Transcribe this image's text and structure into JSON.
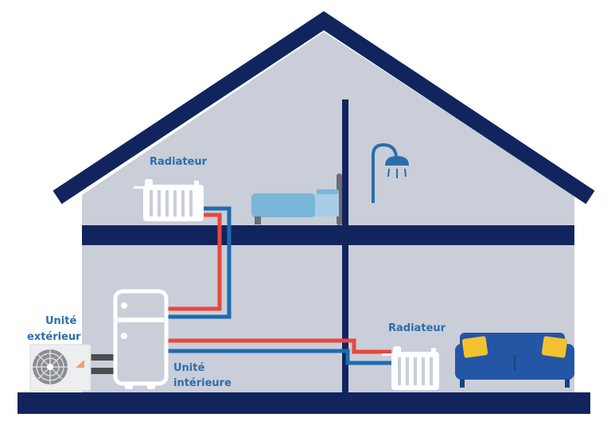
{
  "labels": {
    "radiator_upstairs": "Radiateur",
    "radiator_downstairs": "Radiateur",
    "outdoor_unit_line1": "Unité",
    "outdoor_unit_line2": "extérieur",
    "indoor_unit_line1": "Unité",
    "indoor_unit_line2": "intérieure"
  },
  "colors": {
    "structure": "#12245e",
    "wall": "#c9ced8",
    "hot_pipe": "#e8473d",
    "cold_pipe": "#1f6bb0",
    "label": "#2b6eac",
    "furniture_blue": "#7ab6d9",
    "sofa": "#2356a4",
    "cushion": "#f2c230"
  }
}
